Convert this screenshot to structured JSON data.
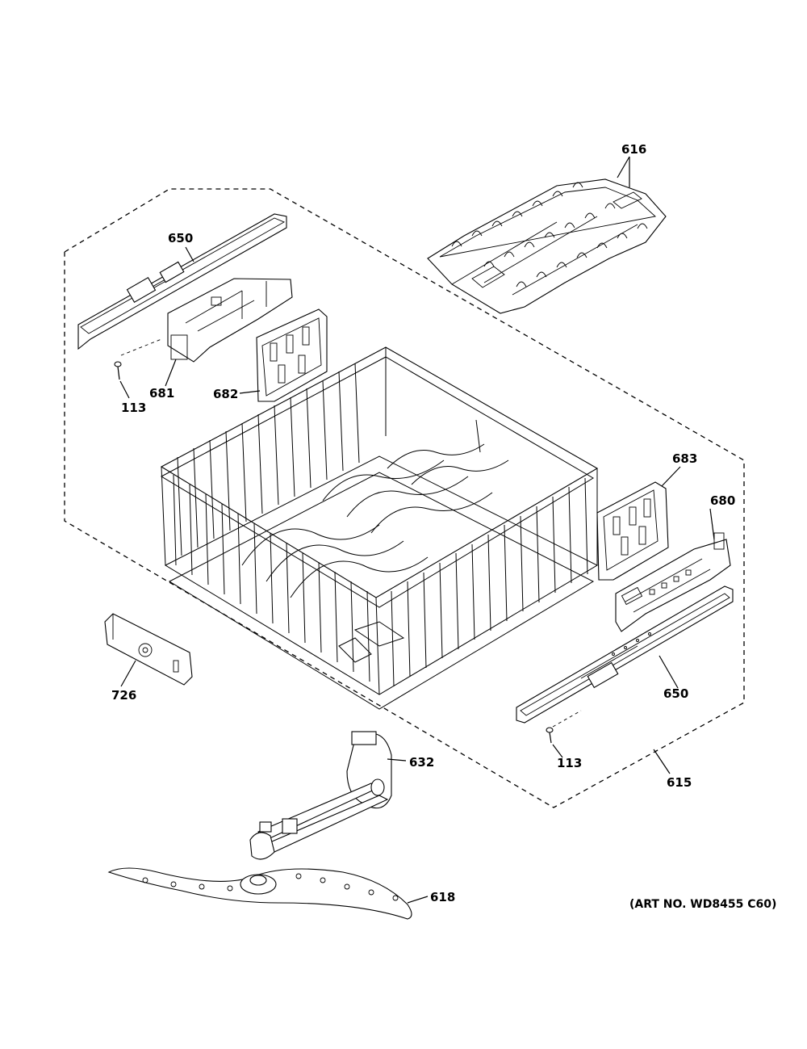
{
  "diagram": {
    "labels": {
      "part_616": "616",
      "part_650_top": "650",
      "part_681": "681",
      "part_682": "682",
      "part_113_left": "113",
      "part_683": "683",
      "part_680": "680",
      "part_650_right": "650",
      "part_113_right": "113",
      "part_615": "615",
      "part_726": "726",
      "part_632": "632",
      "part_618": "618"
    },
    "art_number": "(ART NO. WD8455 C60)"
  }
}
